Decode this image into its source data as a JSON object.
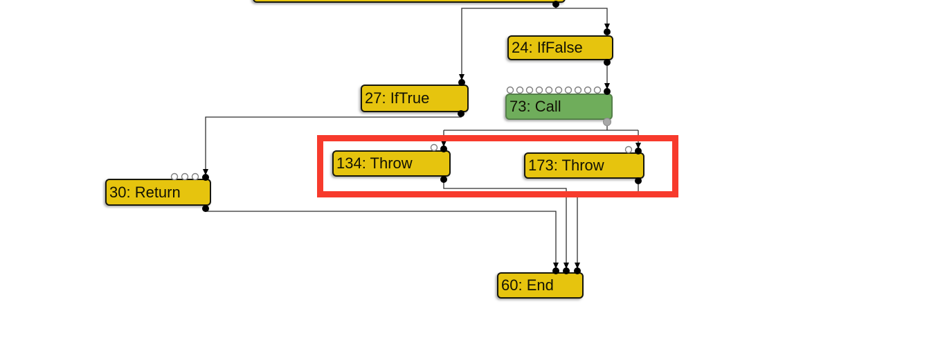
{
  "diagram": {
    "kind": "control-flow-graph",
    "background": "#ffffff",
    "colors": {
      "node_fill": "#e6c40e",
      "node_border": "#17170c",
      "call_node_fill": "#6fad5b",
      "call_node_border": "#55804a",
      "edge": "#2f2f2f",
      "port_filled": "#000000",
      "port_gray": "#a8a8a8",
      "port_open_border": "#7d7d7d",
      "highlight": "#f73a2c"
    },
    "nodes": [
      {
        "id": "top-partial",
        "label": "",
        "kind": "block",
        "note": "clipped at top edge of screenshot"
      },
      {
        "id": "24",
        "label": "24: IfFalse",
        "kind": "block"
      },
      {
        "id": "27",
        "label": "27: IfTrue",
        "kind": "block"
      },
      {
        "id": "73",
        "label": "73: Call",
        "kind": "call"
      },
      {
        "id": "134",
        "label": "134: Throw",
        "kind": "block",
        "highlighted": true
      },
      {
        "id": "173",
        "label": "173: Throw",
        "kind": "block",
        "highlighted": true
      },
      {
        "id": "30",
        "label": "30: Return",
        "kind": "block"
      },
      {
        "id": "60",
        "label": "60: End",
        "kind": "block"
      }
    ],
    "edges": [
      {
        "from": "top-partial",
        "to": "27"
      },
      {
        "from": "top-partial",
        "to": "24"
      },
      {
        "from": "24",
        "to": "73"
      },
      {
        "from": "73",
        "to": "134"
      },
      {
        "from": "73",
        "to": "173"
      },
      {
        "from": "27",
        "to": "30"
      },
      {
        "from": "30",
        "to": "60"
      },
      {
        "from": "134",
        "to": "60"
      },
      {
        "from": "173",
        "to": "60"
      }
    ],
    "highlight_region": {
      "shape": "rectangle",
      "color": "#f73a2c",
      "encloses": [
        "134: Throw",
        "173: Throw"
      ]
    }
  }
}
